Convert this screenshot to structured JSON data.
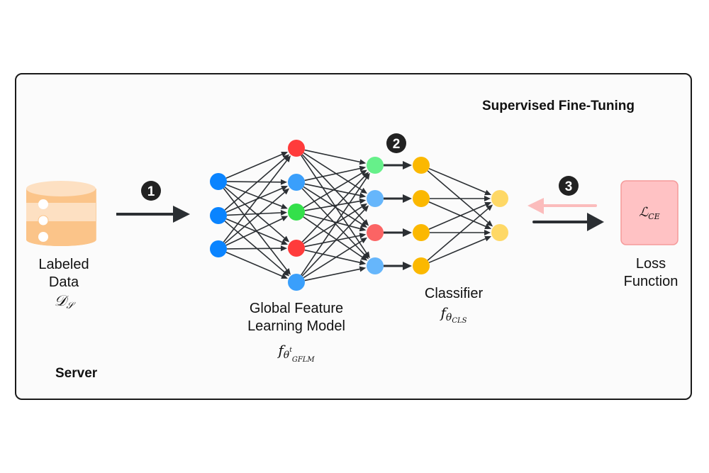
{
  "title": "Supervised Fine-Tuning",
  "container_label": "Server",
  "steps": [
    {
      "number": "1",
      "description": "Labeled data fed into model"
    },
    {
      "number": "2",
      "description": "Features passed to classifier"
    },
    {
      "number": "3",
      "description": "Forward to loss / backward gradient"
    }
  ],
  "components": {
    "labeled_data": {
      "label_line1": "Labeled",
      "label_line2": "Data",
      "symbol": "𝒟",
      "symbol_sub": "𝒮"
    },
    "gflm": {
      "label_line1": "Global Feature",
      "label_line2": "Learning Model",
      "symbol": "f",
      "symbol_sub_theta": "θ",
      "symbol_sup": "t",
      "symbol_sub": "GFLM"
    },
    "classifier": {
      "label": "Classifier",
      "symbol": "f",
      "symbol_sub_theta": "θ",
      "symbol_sub": "CLS"
    },
    "loss": {
      "symbol": "ℒ",
      "symbol_sub": "CE",
      "label_line1": "Loss",
      "label_line2": "Function"
    }
  },
  "network": {
    "layers": [
      {
        "name": "gflm-input",
        "nodes": [
          "#0a84ff",
          "#0a84ff",
          "#0a84ff"
        ]
      },
      {
        "name": "gflm-hidden",
        "nodes": [
          "#ff3b3b",
          "#3a9ffb",
          "#33e04a",
          "#ff3b3b",
          "#3a9ffb"
        ]
      },
      {
        "name": "gflm-output",
        "nodes": [
          "#66f08a",
          "#66b6fb",
          "#fb6464",
          "#66b6fb"
        ]
      },
      {
        "name": "classifier-input",
        "nodes": [
          "#fbb800",
          "#fbb800",
          "#fbb800",
          "#fbb800"
        ]
      },
      {
        "name": "classifier-output",
        "nodes": [
          "#fed866",
          "#fed866"
        ]
      }
    ],
    "connections": [
      "full",
      "full",
      "one-to-one",
      "full"
    ]
  },
  "colors": {
    "edge": "#2b2f33",
    "badge": "#222222",
    "backward_arrow": "#fbbcbc",
    "loss_fill": "#ffc2c4",
    "loss_border": "#f59a9a",
    "db_main": "#fbc489",
    "db_light": "#fde0c2"
  }
}
